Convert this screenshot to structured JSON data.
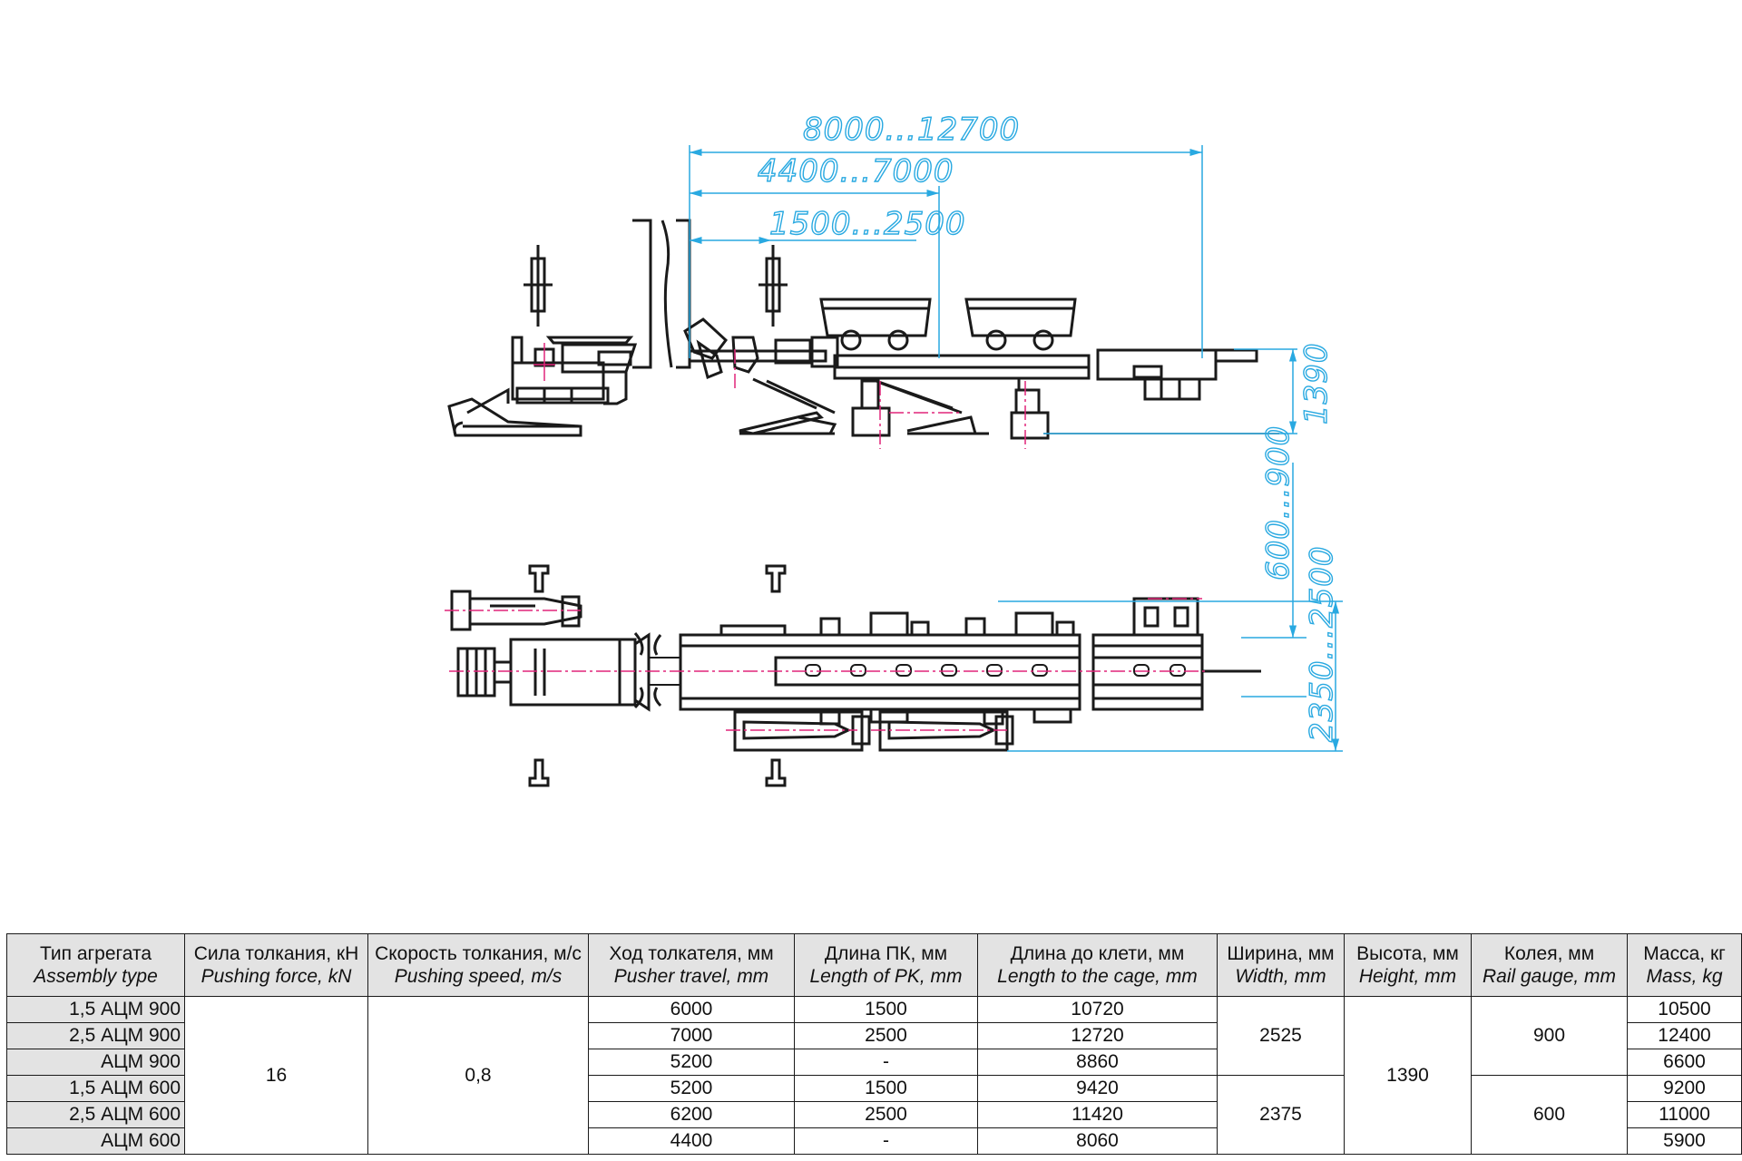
{
  "dimensions": {
    "total_length": "8000...12700",
    "mid_length": "4400...7000",
    "short_length": "1500...2500",
    "height": "1390",
    "gauge_range": "600...900",
    "width_range": "2350...2500"
  },
  "colors": {
    "line": "#1a1a1a",
    "dimension": "#29a9e1",
    "centerline": "#e0257a",
    "header_bg": "#e3e3e3"
  },
  "table": {
    "headers": [
      {
        "ru": "Тип агрегата",
        "en": "Assembly type"
      },
      {
        "ru": "Сила толкания, кН",
        "en": "Pushing force, kN"
      },
      {
        "ru": "Скорость толкания, м/с",
        "en": "Pushing speed, m/s"
      },
      {
        "ru": "Ход толкателя, мм",
        "en": "Pusher travel, mm"
      },
      {
        "ru": "Длина ПК, мм",
        "en": "Length of PK, mm"
      },
      {
        "ru": "Длина до клети, мм",
        "en": "Length to the cage, mm"
      },
      {
        "ru": "Ширина, мм",
        "en": "Width, mm"
      },
      {
        "ru": "Высота, мм",
        "en": "Height, mm"
      },
      {
        "ru": "Колея, мм",
        "en": "Rail gauge, mm"
      },
      {
        "ru": "Масса, кг",
        "en": "Mass, kg"
      }
    ],
    "types": [
      "1,5 АЦМ 900",
      "2,5 АЦМ 900",
      "АЦМ 900",
      "1,5 АЦМ 600",
      "2,5 АЦМ 600",
      "АЦМ 600"
    ],
    "force": "16",
    "speed": "0,8",
    "travel": [
      "6000",
      "7000",
      "5200",
      "5200",
      "6200",
      "4400"
    ],
    "pk_length": [
      "1500",
      "2500",
      "-",
      "1500",
      "2500",
      "-"
    ],
    "cage_length": [
      "10720",
      "12720",
      "8860",
      "9420",
      "11420",
      "8060"
    ],
    "width_900": "2525",
    "width_600": "2375",
    "height": "1390",
    "gauge_900": "900",
    "gauge_600": "600",
    "mass": [
      "10500",
      "12400",
      "6600",
      "9200",
      "11000",
      "5900"
    ]
  }
}
